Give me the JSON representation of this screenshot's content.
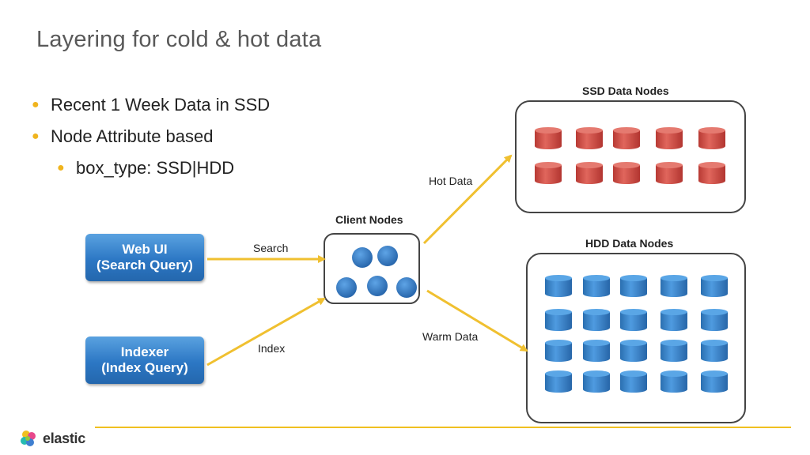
{
  "slide": {
    "title": "Layering for cold & hot data",
    "bullets": [
      {
        "text": "Recent 1 Week Data in SSD",
        "level": 1
      },
      {
        "text": "Node Attribute based",
        "level": 1
      },
      {
        "text": "box_type: SSD|HDD",
        "level": 2
      }
    ]
  },
  "diagram": {
    "web_ui": {
      "line1": "Web UI",
      "line2": "(Search Query)"
    },
    "indexer": {
      "line1": "Indexer",
      "line2": "(Index Query)"
    },
    "client_nodes": {
      "title": "Client Nodes"
    },
    "ssd_nodes": {
      "title": "SSD Data Nodes",
      "rows": 2,
      "cols": 5,
      "color": "#d9534f"
    },
    "hdd_nodes": {
      "title": "HDD Data Nodes",
      "rows": 4,
      "cols": 5,
      "color": "#3b86c8"
    },
    "edges": {
      "search": "Search",
      "index": "Index",
      "hot": "Hot Data",
      "warm": "Warm Data"
    },
    "arrow_color": "#f0c030"
  },
  "footer": {
    "logo_text": "elastic"
  }
}
